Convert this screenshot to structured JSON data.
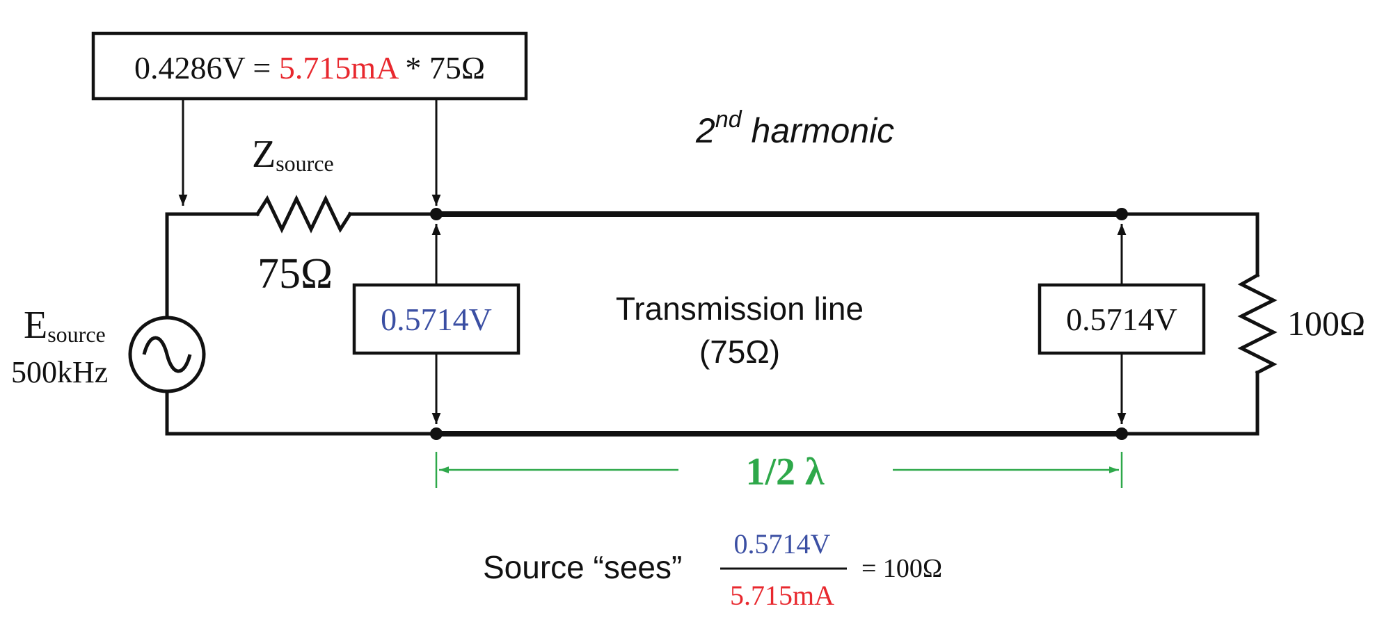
{
  "equation_box": {
    "voltage": "0.4286V",
    "equals": " = ",
    "current": "5.715mA",
    "times_resistance": " * 75Ω"
  },
  "harmonic_label": {
    "ordinal": "2",
    "suffix": "nd",
    "word": " harmonic"
  },
  "source_resistor": {
    "label_main": "Z",
    "label_sub": "source",
    "value": "75Ω"
  },
  "source": {
    "label_main": "E",
    "label_sub": "source",
    "frequency": "500kHz"
  },
  "voltage_box_left": "0.5714V",
  "voltage_box_right": "0.5714V",
  "transmission_line": {
    "label": "Transmission line",
    "impedance": "(75Ω)"
  },
  "load_resistor": "100Ω",
  "wavelength_label": "1/2 λ",
  "source_sees": {
    "label": "Source “sees”",
    "numerator": "0.5714V",
    "denominator": "5.715mA",
    "result": "= 100Ω"
  },
  "colors": {
    "wire": "#111111",
    "current_red": "#e8282e",
    "voltage_blue": "#3b4fa3",
    "wavelength_green": "#2ea84a"
  }
}
